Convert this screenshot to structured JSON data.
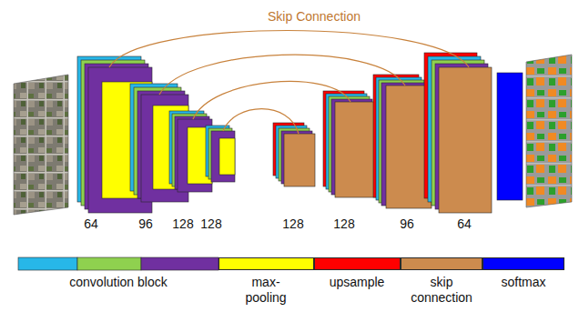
{
  "diagram": {
    "labels": [
      "Skip Connection",
      "64",
      "96",
      "128",
      "128",
      "128",
      "128",
      "96",
      "64"
    ],
    "legend": [
      {
        "text": "convolution block"
      },
      {
        "text": "max- pooling",
        "color": "#ffff00"
      },
      {
        "text": "upsample",
        "color": "#ff0000"
      },
      {
        "text": "skip connection",
        "color": "#cc8b4e"
      },
      {
        "text": "softmax",
        "color": "#0000ff"
      }
    ]
  }
}
